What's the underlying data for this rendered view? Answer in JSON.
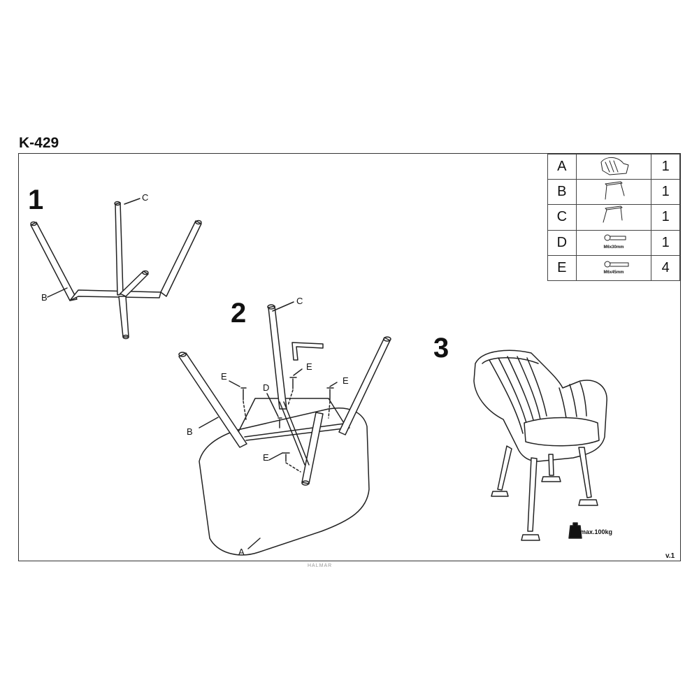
{
  "title": "K-429",
  "steps": {
    "s1": "1",
    "s2": "2",
    "s3": "3"
  },
  "labels": {
    "c1": "C",
    "b1": "B",
    "c2": "C",
    "b2": "B",
    "a2": "A",
    "d2": "D",
    "e2a": "E",
    "e2b": "E",
    "e2c": "E",
    "e2d": "E"
  },
  "parts": [
    {
      "letter": "A",
      "icon": "armchair-icon",
      "size": "",
      "qty": "1"
    },
    {
      "letter": "B",
      "icon": "leg-frame-icon",
      "size": "",
      "qty": "1"
    },
    {
      "letter": "C",
      "icon": "leg-frame-icon",
      "size": "",
      "qty": "1"
    },
    {
      "letter": "D",
      "icon": "bolt-icon",
      "size": "M6x30mm",
      "qty": "1"
    },
    {
      "letter": "E",
      "icon": "bolt-icon",
      "size": "M6x45mm",
      "qty": "4"
    }
  ],
  "max_load": "max.100kg",
  "version": "v.1",
  "brand": "HALMAR"
}
